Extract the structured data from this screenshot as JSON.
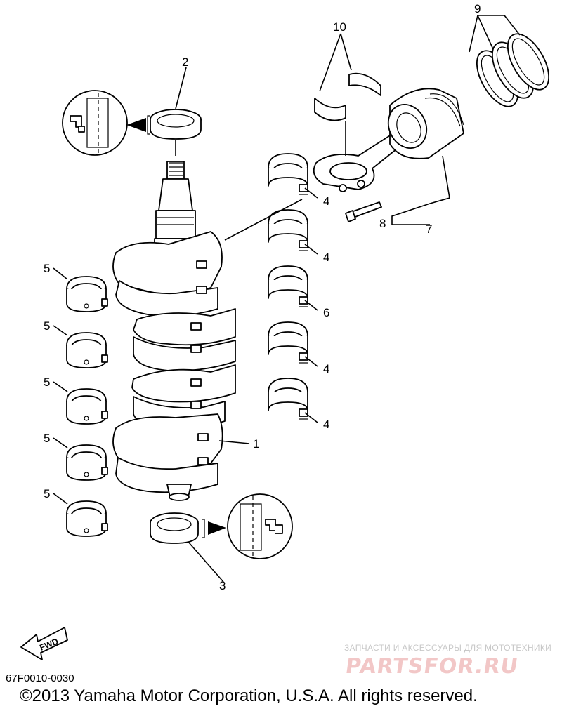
{
  "diagram": {
    "callouts": {
      "c1": "1",
      "c2": "2",
      "c3": "3",
      "c4a": "4",
      "c4b": "4",
      "c4c": "4",
      "c4d": "4",
      "c5a": "5",
      "c5b": "5",
      "c5c": "5",
      "c5d": "5",
      "c5e": "5",
      "c6": "6",
      "c7": "7",
      "c8": "8",
      "c9": "9",
      "c10": "10"
    },
    "fwd_label": "FWD"
  },
  "footer": {
    "part_code": "67F0010-0030",
    "copyright": "©2013 Yamaha Motor Corporation, U.S.A. All rights reserved."
  },
  "watermark": {
    "subtitle": "ЗАПЧАСТИ И АКСЕССУАРЫ ДЛЯ МОТОТЕХНИКИ",
    "logo": "PARTSFOR.RU"
  },
  "icons": [
    "crankshaft-icon",
    "oil-seal-icon",
    "bearing-shell-icon",
    "piston-icon",
    "connecting-rod-icon",
    "bolt-icon",
    "piston-ring-icon",
    "fwd-arrow-icon"
  ]
}
